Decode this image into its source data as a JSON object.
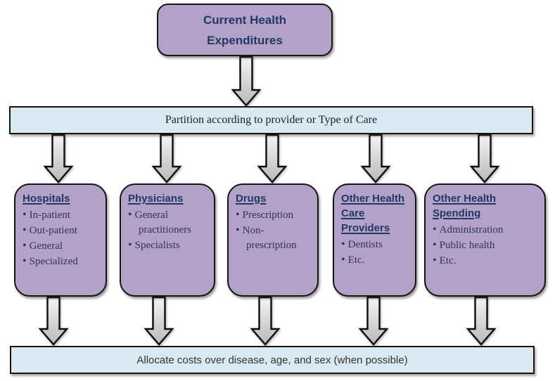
{
  "colors": {
    "node_fill": "#b3a2c7",
    "node_border": "#141414",
    "band_fill": "#d9e9f1",
    "title_color": "#1f3864",
    "body_color": "#33315a",
    "arrow_fill_light": "#f4f4f4",
    "arrow_fill_dark": "#b9b9b9"
  },
  "root": {
    "title": "Current Health Expenditures"
  },
  "partition": {
    "label": "Partition according to provider or Type of Care"
  },
  "categories": [
    {
      "title": "Hospitals",
      "items": [
        "In-patient",
        "Out-patient",
        "General",
        "Specialized"
      ]
    },
    {
      "title": "Physicians",
      "items": [
        "General practitioners",
        "Specialists"
      ]
    },
    {
      "title": "Drugs",
      "items": [
        "Prescription",
        "Non-prescription"
      ]
    },
    {
      "title": "Other Health Care Providers",
      "items": [
        "Dentists",
        "Etc."
      ]
    },
    {
      "title": "Other Health Spending",
      "items": [
        "Administration",
        "Public health",
        "Etc."
      ]
    }
  ],
  "allocate": {
    "label": "Allocate costs over disease, age, and sex (when possible)"
  }
}
